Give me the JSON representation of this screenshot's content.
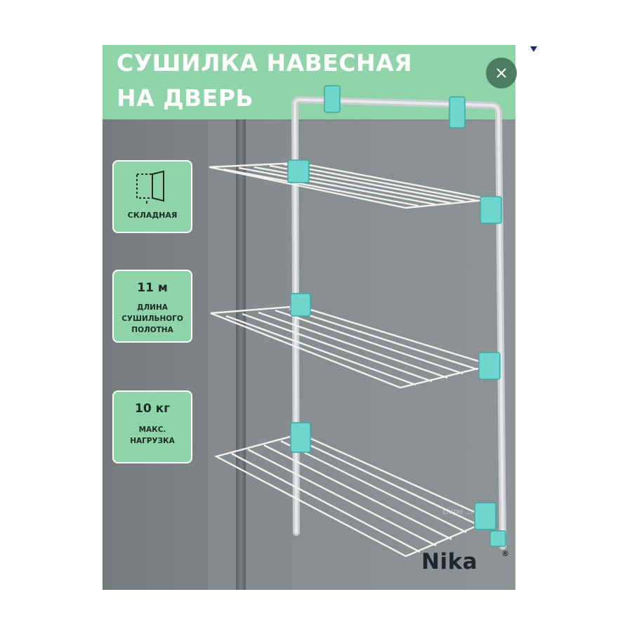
{
  "banner": {
    "title_line1": "СУШИЛКА НАВЕСНАЯ",
    "title_line2": "НА ДВЕРЬ"
  },
  "close_button": {
    "icon": "close-icon",
    "color": "#4d7c62"
  },
  "features": [
    {
      "icon": "folding-icon",
      "caption": "СКЛАДНАЯ"
    },
    {
      "value": "11 м",
      "description_lines": [
        "ДЛИНА",
        "СУШИЛЬНОГО",
        "ПОЛОТНА"
      ]
    },
    {
      "value": "10 кг",
      "description_lines": [
        "МАКС.",
        "НАГРУЗКА"
      ]
    }
  ],
  "brand": {
    "name": "Nika",
    "mark": "®"
  },
  "colors": {
    "accent_green": "#8fd4a8",
    "clip_turquoise": "#6fd6cf",
    "background_gray": "#858a8c"
  }
}
